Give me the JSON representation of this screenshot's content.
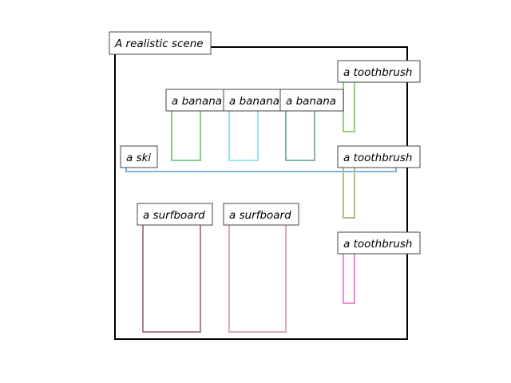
{
  "scene": {
    "caption": "A realistic scene"
  },
  "objects": [
    {
      "id": "toothbrush-1",
      "label": "a toothbrush",
      "color": "#8fd46e"
    },
    {
      "id": "banana-1",
      "label": "a banana",
      "color": "#7fcf8a"
    },
    {
      "id": "banana-2",
      "label": "a banana",
      "color": "#9ee2f7"
    },
    {
      "id": "banana-3",
      "label": "a banana",
      "color": "#7fb5a1"
    },
    {
      "id": "ski",
      "label": "a ski",
      "color": "#7eb4e6"
    },
    {
      "id": "toothbrush-2",
      "label": "a toothbrush",
      "color": "#a9c38a"
    },
    {
      "id": "surfboard-1",
      "label": "a surfboard",
      "color": "#b08090"
    },
    {
      "id": "surfboard-2",
      "label": "a surfboard",
      "color": "#d9a9be"
    },
    {
      "id": "toothbrush-3",
      "label": "a toothbrush",
      "color": "#ee8ccd"
    }
  ]
}
